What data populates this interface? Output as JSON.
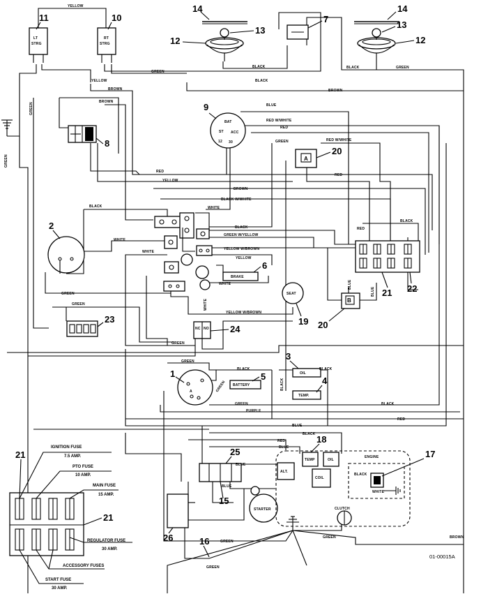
{
  "components": {
    "n1": "1",
    "n2": "2",
    "n3": "3",
    "n4": "4",
    "n5": "5",
    "n6": "6",
    "n7": "7",
    "n8": "8",
    "n9": "9",
    "n10": "10",
    "n11": "11",
    "n12a": "12",
    "n12b": "12",
    "n13a": "13",
    "n13b": "13",
    "n14a": "14",
    "n14b": "14",
    "n15": "15",
    "n16": "16",
    "n17": "17",
    "n18": "18",
    "n19": "19",
    "n20a": "20",
    "n20b": "20",
    "n21a": "21",
    "n21b": "21",
    "n21c": "21",
    "n22": "22",
    "n23": "23",
    "n24": "24",
    "n25": "25",
    "n26": "26"
  },
  "switch_labels": {
    "lt_top": "LT",
    "lt_bottom": "STRG",
    "rt_top": "RT",
    "rt_bottom": "STRG",
    "seat": "SEAT",
    "battery": "BATTERY",
    "brake": "BRAKE",
    "oil_sender": "OIL",
    "temp_sender": "TEMP.",
    "nc": "NC",
    "no": "NO",
    "relay_a": "A",
    "relay_b": "B",
    "starter": "STARTER",
    "alt": "ALT.",
    "coil": "COIL",
    "clutch": "CLUTCH",
    "engine_temp": "TEMP",
    "engine_oil": "OIL",
    "engine": "ENGINE",
    "key_bat": "BAT",
    "key_acc": "ACC",
    "key_12": "12",
    "key_30": "30",
    "key_st": "ST"
  },
  "wire_colors": {
    "yellow_top": "YELLOW",
    "green_top": "GREEN",
    "black_top": "BLACK",
    "black_top2": "BLACK",
    "green_right": "GREEN",
    "black_mid": "BLACK",
    "brown_top": "BROWN",
    "yellow_8": "YELLOW",
    "brown_8": "BROWN",
    "green_left": "GREEN",
    "green_left2": "GREEN",
    "blue_9": "BLUE",
    "red_white_9": "RED W/WHITE",
    "red_9": "RED",
    "green_20": "GREEN",
    "red_white_20": "RED W/WHITE",
    "red_mid": "RED",
    "yellow_mid": "YELLOW",
    "red_mid2": "RED",
    "brown_mid": "BROWN",
    "black_white": "BLACK W/WHITE",
    "black_left": "BLACK",
    "white_top": "WHITE",
    "black_sw": "BLACK",
    "green_yellow": "GREEN W/YELLOW",
    "white_left": "WHITE",
    "white_left2": "WHITE",
    "yellow_brown": "YELLOW W/BROWN",
    "yellow_6": "YELLOW",
    "white_6": "WHITE",
    "red_21": "RED",
    "black_21": "BLACK",
    "blue_21": "BLUE",
    "blue_21b": "BLUE",
    "green_23": "GREEN",
    "green_23b": "GREEN",
    "white_24": "WHITE",
    "yellow_brown2": "YELLOW W/BROWN",
    "green_24": "GREEN",
    "green_1": "GREEN",
    "black_3": "BLACK",
    "black_4": "BLACK",
    "black_bat": "BLACK",
    "green_bat": "GREEN",
    "green_5": "GREEN",
    "purple": "PURPLE",
    "black_long": "BLACK",
    "red_long": "RED",
    "blue_long": "BLUE",
    "red_eng": "RED",
    "black_eng": "BLACK",
    "blue_eng": "BLUE",
    "blue_25": "BLUE",
    "blue_25b": "BLUE",
    "green_bot": "GREEN",
    "green_bot2": "GREEN",
    "green_bot3": "GREEN",
    "brown_bot": "BROWN",
    "black_17": "BLACK",
    "white_17": "WHITE"
  },
  "fuse_labels": {
    "ignition": "IGNITION FUSE",
    "ignition_amp": "7.5 AMP.",
    "pto": "PTO FUSE",
    "pto_amp": "10 AMP.",
    "main": "MAIN FUSE",
    "main_amp": "15 AMP.",
    "regulator": "REGULATOR FUSE",
    "regulator_amp": "30 AMP.",
    "accessory": "ACCESSORY FUSES",
    "start": "START FUSE",
    "start_amp": "30 AMP."
  },
  "drawing_code": "01-00015A"
}
